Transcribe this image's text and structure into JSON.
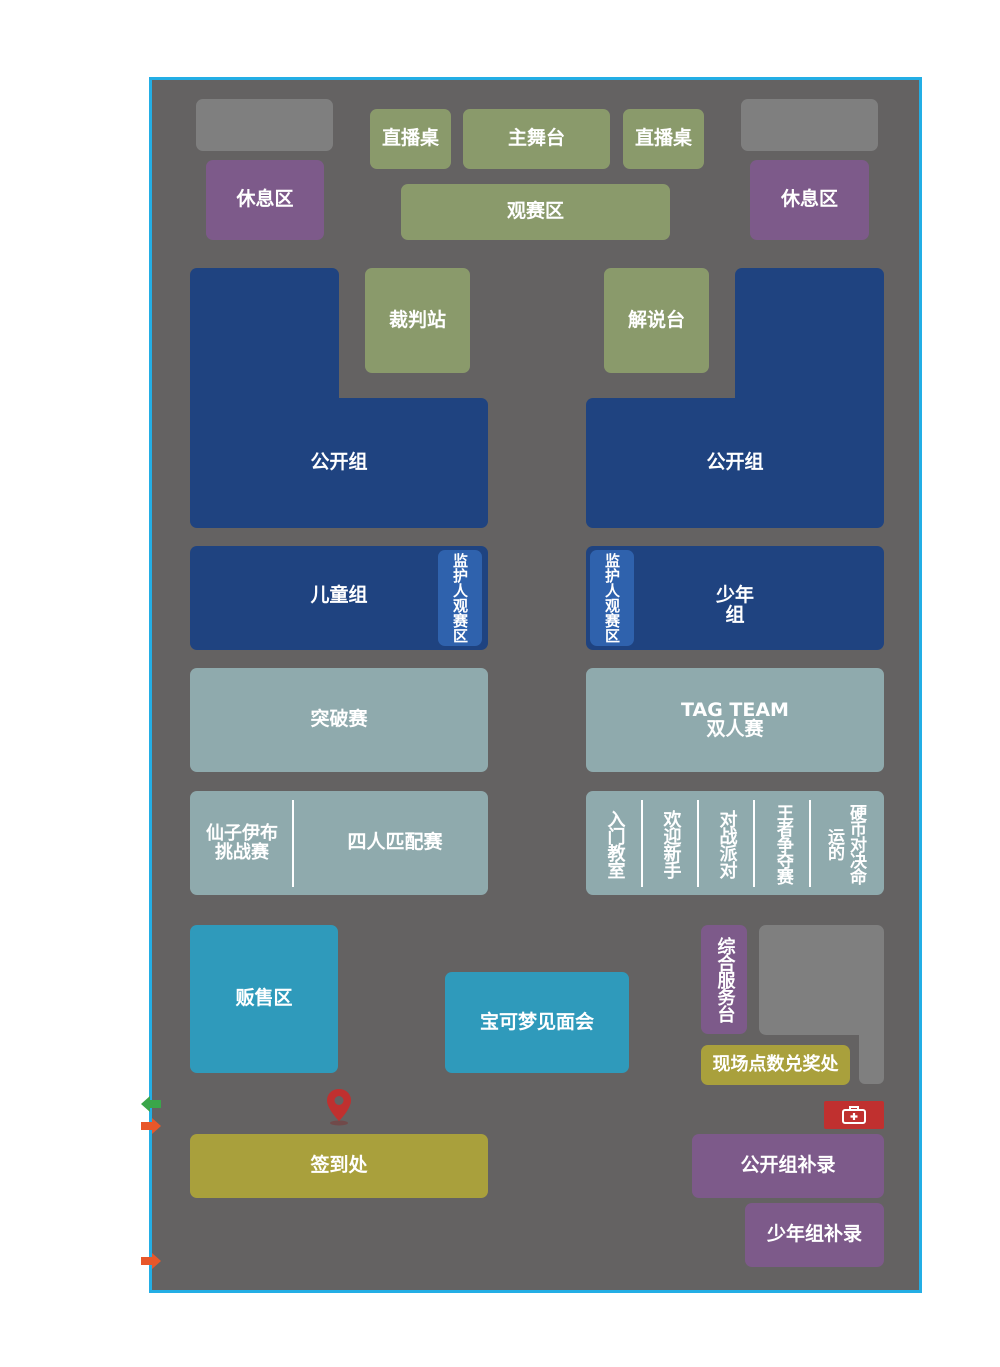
{
  "zones": {
    "live_desk_left": "直播桌",
    "main_stage": "主舞台",
    "live_desk_right": "直播桌",
    "rest_area_left": "休息区",
    "rest_area_right": "休息区",
    "viewing_area": "观赛区",
    "referee_station": "裁判站",
    "commentary_desk": "解说台",
    "open_group_left": "公开组",
    "open_group_right": "公开组",
    "children_group": "儿童组",
    "junior_group": "少年组",
    "guardian_area_left": "监护人观赛区",
    "guardian_area_right": "监护人观赛区",
    "breakthrough": "突破赛",
    "tag_team": "TAG TEAM\n双人赛",
    "eevee_challenge": "仙子伊布\n挑战赛",
    "four_player": "四人匹配赛",
    "intro_class": "入门教室",
    "welcome_newbie": "欢迎新手",
    "battle_party": "对战派对",
    "king_contest": "王者争夺赛",
    "coin_duel": "硬币对决命运的",
    "vending": "贩售区",
    "meet_greet": "宝可梦见面会",
    "service_desk": "综合服务台",
    "points_redeem": "现场点数兑奖处",
    "checkin": "签到处",
    "open_group_makeup": "公开组补录",
    "junior_group_makeup": "少年组补录"
  },
  "icons": {
    "location_pin": "map-pin-icon",
    "first_aid": "first-aid-icon",
    "entrance": "green-arrow-left-icon",
    "exit": "orange-arrow-right-icon"
  },
  "colors": {
    "floor": "#646262",
    "border": "#23aee5",
    "stage_green": "#8a9a6b",
    "rest_purple": "#7d5a8a",
    "competition_navy": "#1f4380",
    "side_event": "#8faaad",
    "vending_teal": "#2f9abb",
    "service_olive": "#a9a03c",
    "first_aid_red": "#c0302f",
    "pin_red": "#c0302f",
    "entrance_green": "#3aa64a",
    "exit_orange": "#e8572a"
  }
}
